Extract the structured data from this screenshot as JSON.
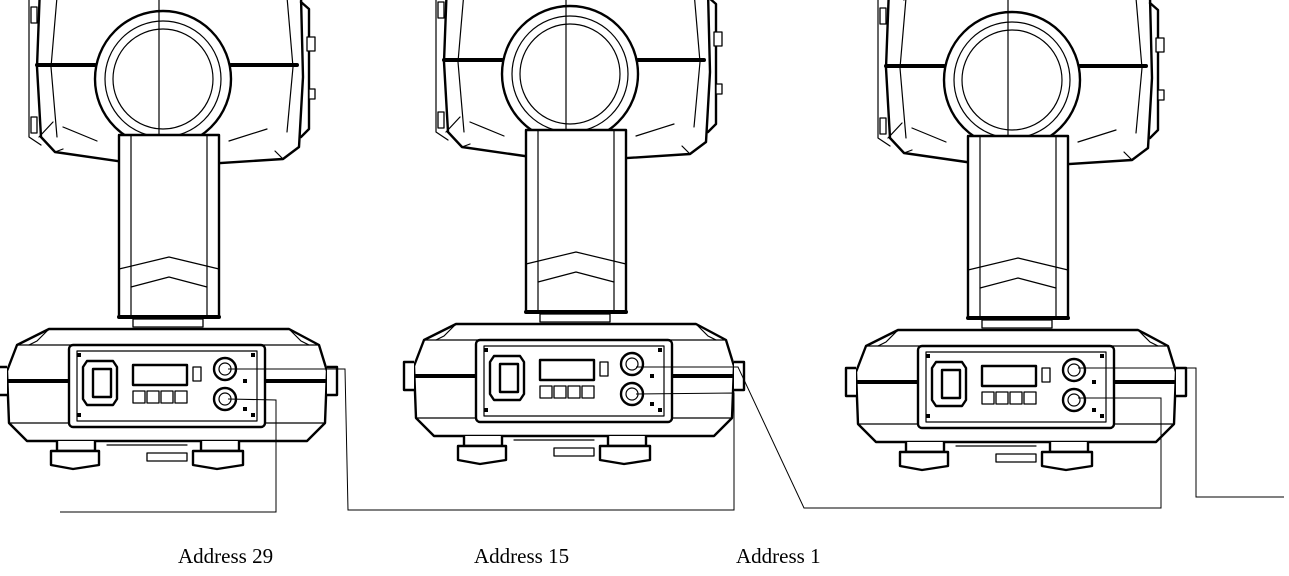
{
  "fixtures": [
    {
      "address_label": "Address 29"
    },
    {
      "address_label": "Address 15"
    },
    {
      "address_label": "Address 1"
    }
  ],
  "colors": {
    "line": "#000000",
    "background": "#ffffff"
  }
}
